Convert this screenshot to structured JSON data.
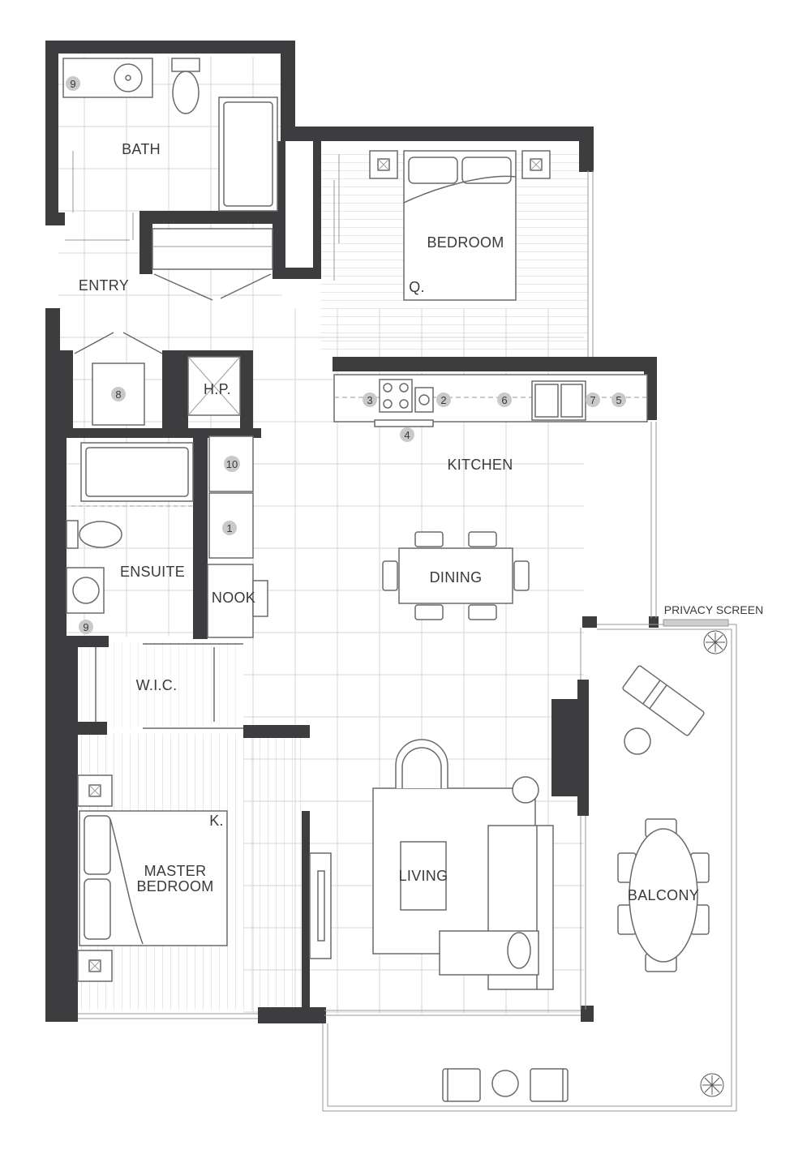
{
  "rooms": {
    "bath": "BATH",
    "bedroom": "BEDROOM",
    "entry": "ENTRY",
    "hp": "H.P.",
    "kitchen": "KITCHEN",
    "ensuite": "ENSUITE",
    "dining": "DINING",
    "nook": "NOOK",
    "wic": "W.I.C.",
    "master_line1": "MASTER",
    "master_line2": "BEDROOM",
    "living": "LIVING",
    "balcony": "BALCONY",
    "privacy_screen": "PRIVACY SCREEN"
  },
  "bed_sizes": {
    "bedroom": "Q.",
    "master": "K."
  },
  "appliance_tags": {
    "bath_sink": "9",
    "closet": "8",
    "cooktop_left": "3",
    "cooktop_right": "2",
    "hood": "4",
    "dishwasher": "6",
    "sink": "7",
    "end_cabinet": "5",
    "nook_upper": "10",
    "nook_lower": "1",
    "ensuite_sink": "9"
  },
  "colors": {
    "wall": "#3d3d40",
    "tile_line": "#cfcfcf",
    "tag_fill": "#c9c9c9"
  }
}
